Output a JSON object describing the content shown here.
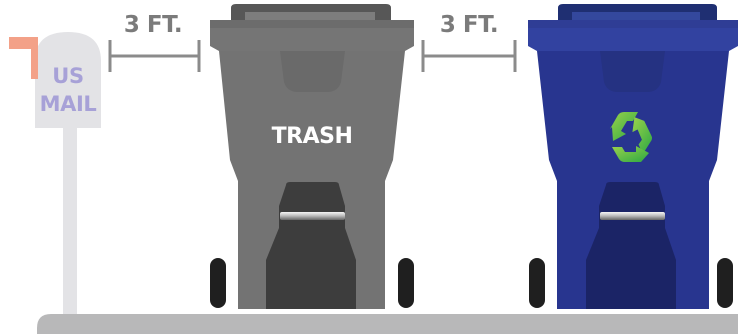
{
  "mailbox": {
    "line1": "US",
    "line2": "MAIL"
  },
  "spacing": {
    "left": "3 FT.",
    "right": "3 FT."
  },
  "bins": {
    "trash_label": "TRASH"
  },
  "icons": {
    "recycling": "recycle-icon"
  },
  "colors": {
    "ground": "#b8b8b9",
    "trash_bin": "#737373",
    "recycle_bin": "#28358f",
    "mailbox": "#e3e3e6",
    "flag": "#f3a188",
    "dimension_lines": "#8b8b8b"
  }
}
